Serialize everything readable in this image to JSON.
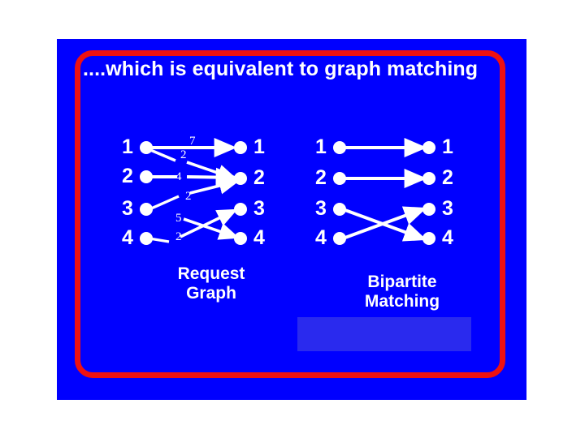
{
  "slide": {
    "title": "....which is equivalent to graph matching",
    "background_color": "#0000FF",
    "frame_color": "#EE1111",
    "text_color": "#FFFFFF",
    "placeholder_color": "#2A2AEE",
    "page_background": "#FFFFFF"
  },
  "request_graph": {
    "caption": "Request\nGraph",
    "caption_line1": "Request",
    "caption_line2": "Graph",
    "left_nodes": [
      {
        "label": "1"
      },
      {
        "label": "2"
      },
      {
        "label": "3"
      },
      {
        "label": "4"
      }
    ],
    "right_nodes": [
      {
        "label": "1"
      },
      {
        "label": "2"
      },
      {
        "label": "3"
      },
      {
        "label": "4"
      }
    ],
    "edges": [
      {
        "from": "1",
        "to": "1",
        "weight": "7"
      },
      {
        "from": "1",
        "to": "2",
        "weight": "2"
      },
      {
        "from": "2",
        "to": "2",
        "weight": "4"
      },
      {
        "from": "3",
        "to": "2",
        "weight": "2"
      },
      {
        "from": "3",
        "to": "4",
        "weight": "5"
      },
      {
        "from": "4",
        "to": "3",
        "weight": "2"
      }
    ],
    "weights": [
      "7",
      "2",
      "4",
      "2",
      "5",
      "2"
    ]
  },
  "matching_graph": {
    "caption": "Bipartite\nMatching",
    "caption_line1": "Bipartite",
    "caption_line2": "Matching",
    "left_nodes": [
      {
        "label": "1"
      },
      {
        "label": "2"
      },
      {
        "label": "3"
      },
      {
        "label": "4"
      }
    ],
    "right_nodes": [
      {
        "label": "1"
      },
      {
        "label": "2"
      },
      {
        "label": "3"
      },
      {
        "label": "4"
      }
    ],
    "edges": [
      {
        "from": "1",
        "to": "1"
      },
      {
        "from": "2",
        "to": "2"
      },
      {
        "from": "3",
        "to": "4"
      },
      {
        "from": "4",
        "to": "3"
      }
    ]
  },
  "placeholder": {
    "text": ""
  }
}
